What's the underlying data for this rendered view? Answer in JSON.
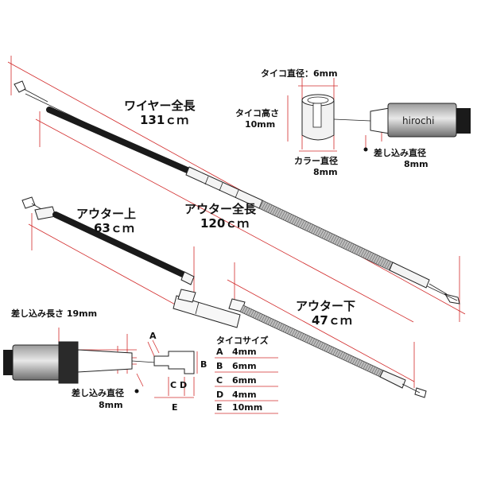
{
  "labels": {
    "wire_total": "ワイヤー全長",
    "wire_total_value": "131ｃｍ",
    "outer_total": "アウター全長",
    "outer_total_value": "120ｃｍ",
    "outer_upper": "アウター上",
    "outer_upper_value": "63ｃｍ",
    "outer_lower": "アウター下",
    "outer_lower_value": "47ｃｍ",
    "taiko_diameter": "タイコ直径：6mm",
    "taiko_height": "タイコ高さ",
    "taiko_height_value": "10mm",
    "collar_diameter": "カラー直径",
    "collar_diameter_value": "8mm",
    "insert_diameter_top": "差し込み直径",
    "insert_diameter_top_value": "8mm",
    "brand": "hirochi",
    "insert_length": "差し込み長さ 19mm",
    "insert_diameter_bottom": "差し込み直径",
    "insert_diameter_bottom_value": "8mm",
    "letter_a": "A",
    "letter_b": "B",
    "letter_c": "C",
    "letter_d": "D",
    "letter_e": "E"
  },
  "taiko_sizes": {
    "title": "タイコサイズ",
    "rows": [
      {
        "key": "A",
        "value": "4mm"
      },
      {
        "key": "B",
        "value": "6mm"
      },
      {
        "key": "C",
        "value": "6mm"
      },
      {
        "key": "D",
        "value": "4mm"
      },
      {
        "key": "E",
        "value": "10mm"
      }
    ]
  },
  "colors": {
    "dimension_line": "#d22b2b",
    "cable_dark": "#1a1a1a",
    "outer_gray": "#8a8a8a"
  }
}
